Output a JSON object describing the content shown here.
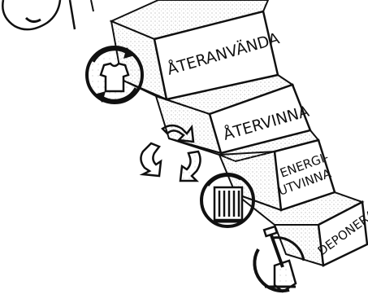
{
  "steps": [
    {
      "label": "ÅTERANVÄNDA",
      "icon": "t-shirt-recycle-icon"
    },
    {
      "label": "ÅTERVINNA",
      "icon": "recycle-arrows-icon"
    },
    {
      "label_lines": [
        "ENERGI-",
        "UTVINNA"
      ],
      "icon": "radiator-icon"
    },
    {
      "label": "DEPONERA",
      "icon": "shovel-icon"
    }
  ]
}
